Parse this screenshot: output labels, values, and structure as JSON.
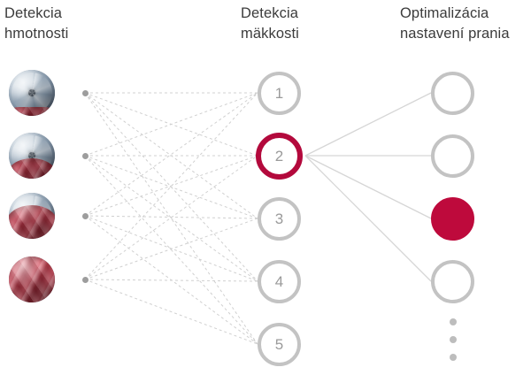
{
  "columns": {
    "weight": {
      "title": "Detekcia\nhmotnosti"
    },
    "softness": {
      "title": "Detekcia\nmäkkosti"
    },
    "optimize": {
      "title": "Optimalizácia\nnastavení prania"
    }
  },
  "colors": {
    "accent": "#be0a3c",
    "accent_ring": "#b3093c",
    "node_outline": "#c3c3c3",
    "node_text": "#9a9a9a",
    "title_text": "#3b3b3b",
    "edge_gray": "#d8d8d8",
    "input_dot": "#9d9d9d"
  },
  "inputs": [
    {
      "name": "drum-photo-1",
      "load": "very-low",
      "fill_pct": 20
    },
    {
      "name": "drum-photo-2",
      "load": "low",
      "fill_pct": 45
    },
    {
      "name": "drum-photo-3",
      "load": "high",
      "fill_pct": 74
    },
    {
      "name": "drum-photo-4",
      "load": "full",
      "fill_pct": 100
    }
  ],
  "hidden_nodes": [
    {
      "label": "1",
      "state": "inactive"
    },
    {
      "label": "2",
      "state": "active"
    },
    {
      "label": "3",
      "state": "inactive"
    },
    {
      "label": "4",
      "state": "inactive"
    },
    {
      "label": "5",
      "state": "inactive"
    }
  ],
  "output_nodes": [
    {
      "state": "empty"
    },
    {
      "state": "empty"
    },
    {
      "state": "selected"
    },
    {
      "state": "empty"
    }
  ],
  "output_more_indicator": "three-dots"
}
